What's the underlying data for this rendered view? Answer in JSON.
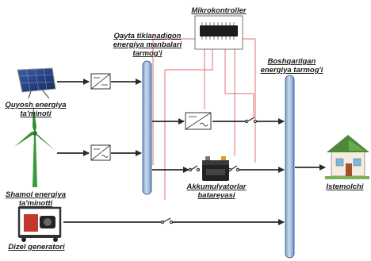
{
  "labels": {
    "microcontroller": "Mikrokontroller",
    "renewable_bus_line1": "Qayta tiklanadigon",
    "renewable_bus_line2": "energiya manbalari",
    "renewable_bus_line3": "tarmog'i",
    "managed_bus_line1": "Boshqarilgan",
    "managed_bus_line2": "energiya tarmog'i",
    "solar_line1": "Quyosh energiya",
    "solar_line2": "ta'minoti",
    "wind_line1": "Shamol energiya",
    "wind_line2": "ta'minotti",
    "battery_line1": "Akkumulyatorlar",
    "battery_line2": "batareyasi",
    "consumer": "Istemolchi",
    "diesel": "Dizel generatori"
  },
  "colors": {
    "bus_fill": "#9fbcdc",
    "bus_stroke": "#2b4f7a",
    "control_wire": "#e07070",
    "power_line": "#2a2a2a"
  },
  "icons": [
    "solar-panel-icon",
    "wind-turbine-icon",
    "diesel-generator-icon",
    "microcontroller-chip-icon",
    "battery-icon",
    "house-icon",
    "dc-dc-converter-icon",
    "inverter-icon",
    "switch-icon"
  ]
}
